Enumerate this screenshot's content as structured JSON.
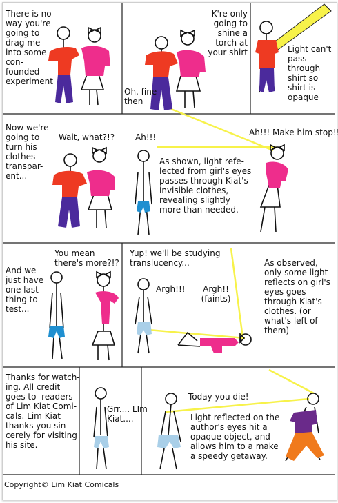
{
  "colors": {
    "red_shirt": "#ee3a22",
    "pink_shirt": "#ee2d8c",
    "purple_pants": "#4b2a9c",
    "blue_shorts": "#1f8fd0",
    "light_blue": "#a9cfe8",
    "light_beam": "#f7f24a",
    "orange_pants": "#f07a1c",
    "purple_shirt": "#6a2a8a"
  },
  "panels": {
    "p1": {
      "text": "There is no\nway you're\ngoing to\ndrag me\ninto some\ncon-\nfounded\nexperiment"
    },
    "p2": {
      "text_top": "K're only\ngoing to\nshine a\ntorch at\nyour shirt",
      "text_bottom": "Oh, fine\nthen"
    },
    "p3": {
      "text": "Light can't\npass\nthrough\nshirt so\nshirt is\nopaque"
    },
    "p4": {
      "text_left": "Now we're\ngoing to\nturn his\nclothes\ntranspar-\nent...",
      "text_wait": "Wait, what?!?"
    },
    "p5": {
      "text_ah": "Ah!!!",
      "text_make_stop": "Ah!!! Make him stop!!",
      "text_explain": "As shown, light refe-\nlected from girl's eyes\npasses through Kiat's\ninvisible clothes,\nrevealing slightly\nmore than needed."
    },
    "p6": {
      "text_left": "And we\njust have\none last\nthing to\ntest...",
      "text_more": "You mean\nthere's more?!?"
    },
    "p7": {
      "text_yup": "Yup! we'll be studying\ntranslucency...",
      "text_argh1": "Argh!!!",
      "text_argh2": "Argh!!\n(faints)",
      "text_observed": "As observed,\nonly some light\nreflects on girl's\neyes goes\nthrough Kiat's\nclothes. (or\nwhat's left of\nthem)"
    },
    "p8": {
      "text": "Thanks for watch-\ning. All credit\ngoes to  readers\nof Lim Kiat Comi-\ncals. Lim Kiat\nthanks you sin-\ncerely for visiting\nhis site."
    },
    "p9": {
      "text": "Grr.... LIm\nKiat...."
    },
    "p10": {
      "text_die": "Today you die!",
      "text_explain": "Light reflected on the\nauthor's eyes hit a\nopaque object, and\nallows him to a make\na speedy getaway."
    }
  },
  "copyright": "Copyright© Lim Kiat Comicals"
}
